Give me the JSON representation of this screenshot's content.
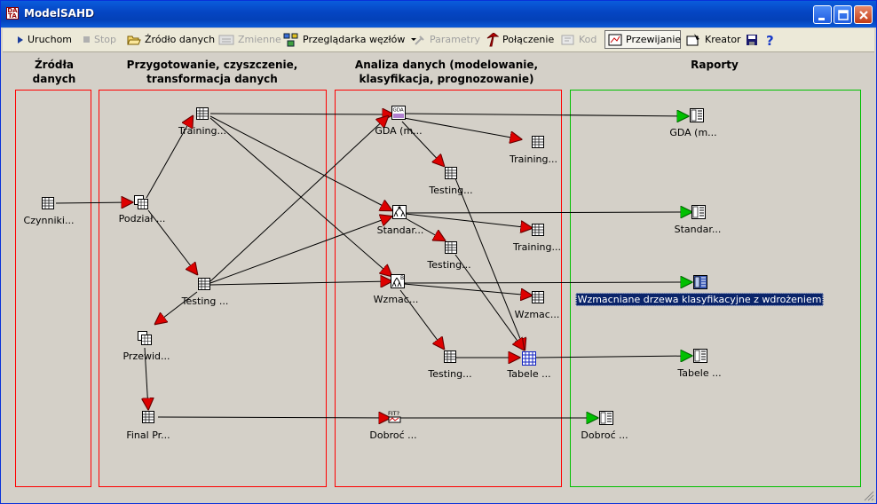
{
  "window": {
    "title": "ModelSAHD"
  },
  "toolbar": {
    "uruchom": "Uruchom",
    "stop": "Stop",
    "zrodlo": "Źródło danych",
    "zmienne": "Zmienne",
    "przegladarka": "Przeglądarka węzłów",
    "parametry": "Parametry",
    "polaczenie": "Połączenie",
    "kod": "Kod",
    "przewijanie": "Przewijanie",
    "kreator": "Kreator"
  },
  "columns": {
    "zrodla": "Źródła\ndanych",
    "przygotowanie": "Przygotowanie, czyszczenie,\ntransformacja danych",
    "analiza": "Analiza danych (modelowanie,\nklasyfikacja, prognozowanie)",
    "raporty": "Raporty"
  },
  "nodes": {
    "czynniki": "Czynniki...",
    "podzial": "Podział ...",
    "training": "Training...",
    "testing": "Testing ...",
    "przewid": "Przewid...",
    "final": "Final Pr...",
    "gda": "GDA (m...",
    "training_gda": "Training...",
    "testing_gda": "Testing...",
    "standar": "Standar...",
    "training_std": "Training...",
    "testing_std": "Testing...",
    "wzmac": "Wzmac...",
    "wzmac_out": "Wzmac...",
    "testing_wz": "Testing...",
    "tabele": "Tabele ...",
    "dobroc": "Dobroć ...",
    "rep_gda": "GDA (m...",
    "rep_standar": "Standar...",
    "rep_wzmac": "Wzmacniane drzewa klasyfikacyjne z wdrożeniem",
    "rep_tabele": "Tabele ...",
    "rep_dobroc": "Dobroć ..."
  },
  "colors": {
    "lane_red": "#ff0000",
    "lane_green": "#00c000",
    "arrow_red": "#dd0000",
    "arrow_green": "#00c000",
    "selection": "#0a246a"
  }
}
